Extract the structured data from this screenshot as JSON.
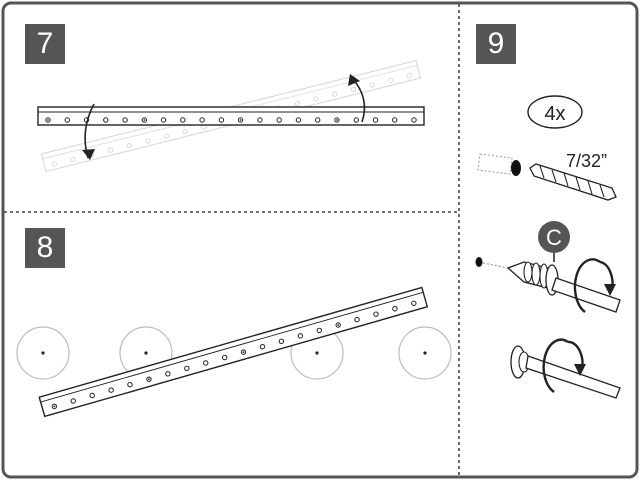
{
  "steps": {
    "step7": {
      "number": "7"
    },
    "step8": {
      "number": "8"
    },
    "step9": {
      "number": "9",
      "quantity": "4x",
      "drill_size": "7/32”",
      "part_label": "C"
    }
  },
  "colors": {
    "frame": "#555555",
    "badge": "#555555",
    "line": "#222222",
    "ghost": "#cccccc",
    "stud_circle": "#bbbbbb"
  },
  "icons": {
    "rotate_down": "arrow-down-icon",
    "rotate_up": "arrow-up-icon",
    "drill_bit": "drill-bit-icon",
    "anchor": "wall-anchor-icon",
    "screwdriver": "screwdriver-icon",
    "rotation": "clockwise-rotation-icon"
  }
}
